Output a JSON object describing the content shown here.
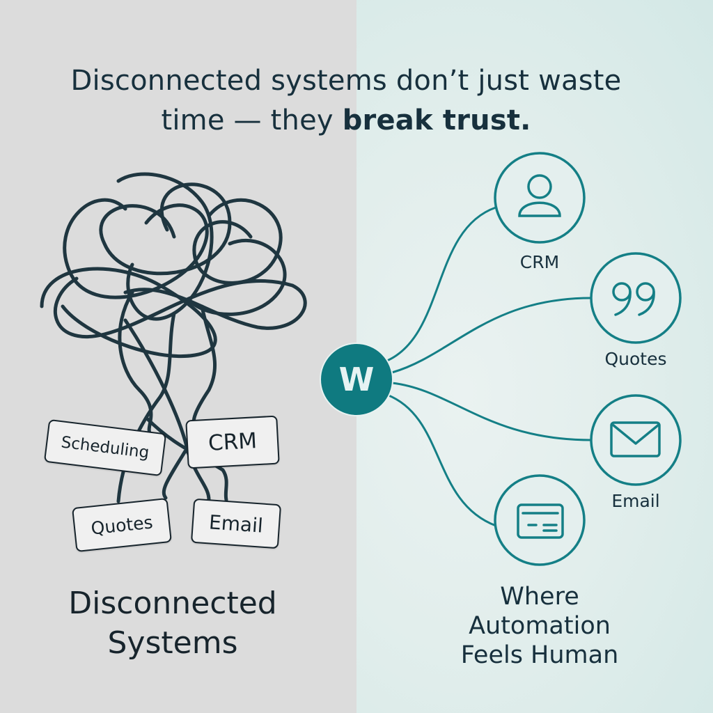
{
  "headline": {
    "line1": "Disconnected systems don’t just waste",
    "line2_regular": "time — they ",
    "line2_strong": "break trust."
  },
  "left_panel": {
    "illustration": "tangled-cables-icon",
    "tags": [
      {
        "label": "Scheduling"
      },
      {
        "label": "CRM"
      },
      {
        "label": "Quotes"
      },
      {
        "label": "Email"
      }
    ],
    "caption_line1": "Disconnected",
    "caption_line2": "Systems"
  },
  "right_panel": {
    "hub": {
      "letter": "W",
      "icon": "brand-logo-icon"
    },
    "nodes": [
      {
        "label": "CRM",
        "icon": "user-icon"
      },
      {
        "label": "Quotes",
        "icon": "quote-icon"
      },
      {
        "label": "Email",
        "icon": "envelope-icon"
      },
      {
        "label": "",
        "icon": "payment-card-icon"
      }
    ],
    "caption_line1": "Where",
    "caption_line2": "Automation",
    "caption_line3": "Feels Human"
  },
  "colors": {
    "left_background": "#dcdcdc",
    "right_background": "#d4e9e7",
    "accent_teal": "#0f7a80",
    "cable_dark": "#1f3640",
    "text_dark": "#17303d"
  }
}
